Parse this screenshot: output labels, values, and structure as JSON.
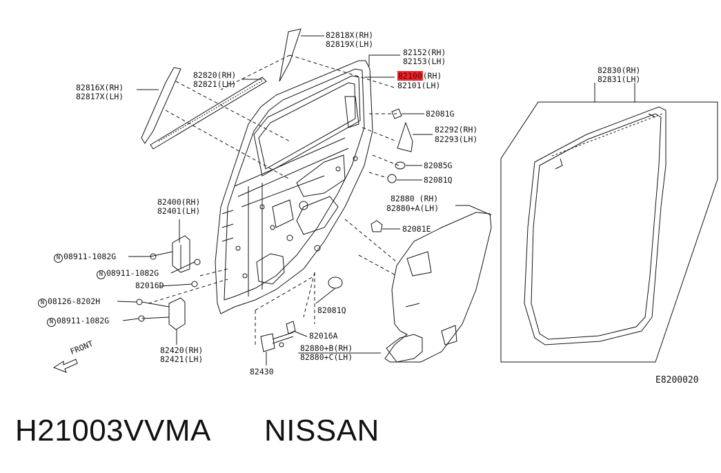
{
  "labels": {
    "p82818": "82818X(RH)",
    "p82819": "82819X(LH)",
    "p82152": "82152(RH)",
    "p82153": "82153(LH)",
    "p82100_num": "82100",
    "p82100_side": "(RH)",
    "p82101": "82101(LH)",
    "p82816": "82816X(RH)",
    "p82817": "82817X(LH)",
    "p82820": "82820(RH)",
    "p82821": "82821(LH)",
    "p82081G": "82081G",
    "p82292": "82292(RH)",
    "p82293": "82293(LH)",
    "p82085G": "82085G",
    "p82081Q_top": "82081Q",
    "p82880": "82880 (RH)",
    "p82880A": "82880+A(LH)",
    "p82081E": "82081E",
    "p82400": "82400(RH)",
    "p82401": "82401(LH)",
    "n08911_1": "08911-1082G",
    "n08911_2": "08911-1082G",
    "p82016D": "82016D",
    "n08126": "08126-8202H",
    "n08911_3": "08911-1082G",
    "p82420": "82420(RH)",
    "p82421": "82421(LH)",
    "p82081Q_low": "82081Q",
    "p82016A": "82016A",
    "p82880B": "82880+B(RH)",
    "p82880C": "82880+C(LH)",
    "p82430": "82430",
    "front": "FRONT",
    "p82830": "82830(RH)",
    "p82831": "82831(LH)",
    "n_marker": "N"
  },
  "diagram_code": "E8200020",
  "footer": {
    "part_number": "H21003VVMA",
    "brand": "NISSAN"
  },
  "colors": {
    "highlight": "#e8252b",
    "ink": "#111111"
  }
}
